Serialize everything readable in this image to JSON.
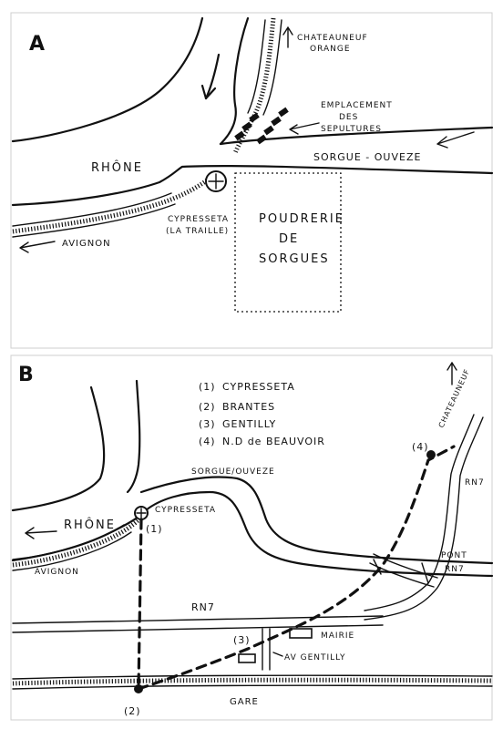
{
  "panel_a": {
    "letter": "A",
    "labels": {
      "chateauneuf_orange_1": "CHATEAUNEUF",
      "chateauneuf_orange_2": "ORANGE",
      "emplacement_1": "EMPLACEMENT",
      "emplacement_2": "DES",
      "emplacement_3": "SEPULTURES",
      "rhone": "RHÔNE",
      "sorgue_ouveze": "SORGUE - OUVEZE",
      "avignon": "AVIGNON",
      "cypresseta": "CYPRESSETA",
      "la_traille": "(LA TRAILLE)",
      "poudrerie_1": "POUDRERIE",
      "poudrerie_2": "DE",
      "poudrerie_3": "SORGUES"
    }
  },
  "panel_b": {
    "letter": "B",
    "legend": [
      {
        "num": "(1)",
        "name": "CYPRESSETA"
      },
      {
        "num": "(2)",
        "name": "BRANTES"
      },
      {
        "num": "(3)",
        "name": "GENTILLY"
      },
      {
        "num": "(4)",
        "name": "N.D de BEAUVOIR"
      }
    ],
    "labels": {
      "chateauneuf": "CHATEAUNEUF",
      "rn7_right": "RN7",
      "sorgue_ouveze": "SORGUE/OUVEZE",
      "rhone": "RHÔNE",
      "cypresseta": "CYPRESSETA",
      "avignon": "AVIGNON",
      "pont": "PONT",
      "pont_rn7": "RN7",
      "rn7_main": "RN7",
      "mairie": "MAIRIE",
      "av_gentilly": "AV GENTILLY",
      "gare": "GARE"
    },
    "points": {
      "p1": "(1)",
      "p2": "(2)",
      "p3": "(3)",
      "p4": "(4)"
    }
  }
}
